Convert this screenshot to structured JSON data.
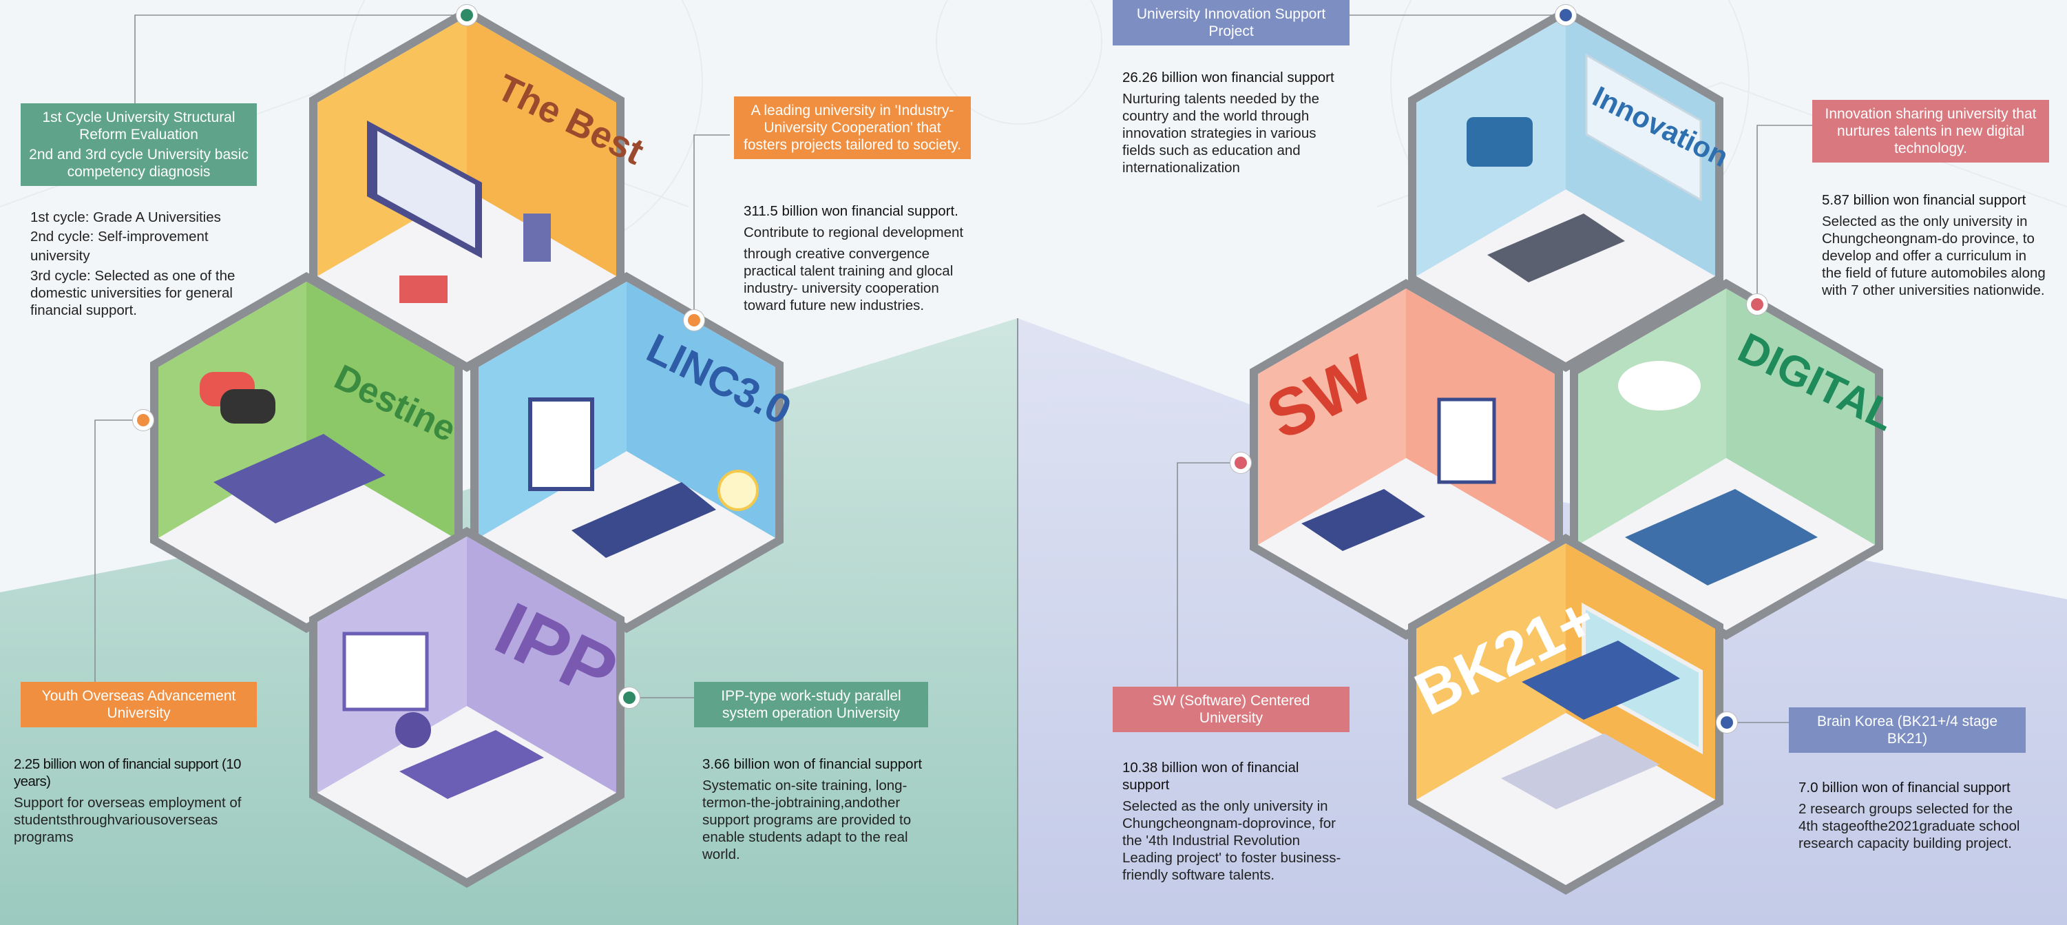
{
  "colors": {
    "green_box": "#5ea38a",
    "orange_box": "#f08f40",
    "blue_box": "#7d8fc2",
    "pink_box": "#d9787e",
    "best_hex": "#f9c25a",
    "destine_hex": "#9fd27a",
    "linc_hex": "#8fd0ef",
    "ipp_hex": "#c6bde8",
    "innovation_hex": "#b9dff0",
    "sw_hex": "#f8b9a6",
    "digital_hex": "#b8e1c1",
    "bk21_hex": "#f9c565"
  },
  "hexagons": {
    "best": "The Best",
    "destine": "Destine",
    "linc": "LINC3.0",
    "ipp": "IPP",
    "innovation": "Innovation",
    "sw": "SW",
    "digital": "DIGITAL",
    "bk21": "BK21+"
  },
  "sections": {
    "structural": {
      "label1": "1st Cycle University Structural Reform Evaluation",
      "label2": "2nd and 3rd cycle University basic competency diagnosis",
      "line1": "1st cycle: Grade A Universities",
      "line2": "2nd cycle: Self-improvement university",
      "line3": "3rd cycle: Selected as one of the domestic universities for general financial support."
    },
    "linc": {
      "label": "A leading university in 'Industry-University Cooperation' that fosters projects tailored to society.",
      "amount": "311.5 billion won financial support.",
      "text1": "Contribute to regional development",
      "text2": "through creative convergence practical talent training and glocal industry- university cooperation toward future new industries."
    },
    "youth": {
      "label": "Youth Overseas Advancement University",
      "amount": "2.25 billion won of financial support (10 years)",
      "text": "Support for overseas employment of studentsthroughvariousoverseas programs"
    },
    "ipp": {
      "label": "IPP-type work-study parallel system operation University",
      "amount": "3.66 billion won of financial support",
      "text": "Systematic on-site training, long- termon-the-jobtraining,andother support programs are provided to enable students adapt to the real world."
    },
    "innovation": {
      "label": "University Innovation Support Project",
      "amount": "26.26 billion won financial support",
      "text": "Nurturing talents needed by the country and the world through innovation strategies in various fields such as education and internationalization"
    },
    "digital": {
      "label": "Innovation sharing university that nurtures talents in new digital technology.",
      "amount": "5.87 billion won financial support",
      "text": "Selected as the only university in Chungcheongnam-do province, to develop and offer a curriculum in the field of future automobiles along with 7 other universities nationwide."
    },
    "sw": {
      "label": "SW (Software) Centered University",
      "amount": "10.38 billion won of financial support",
      "text": "Selected as the only university in Chungcheongnam-doprovince, for the '4th Industrial Revolution Leading project' to foster business-friendly software talents."
    },
    "bk21": {
      "label": "Brain Korea (BK21+/4 stage BK21)",
      "amount": "7.0 billion won of financial support",
      "text": "2 research groups selected for the 4th stageofthe2021graduate school research capacity building project."
    }
  }
}
